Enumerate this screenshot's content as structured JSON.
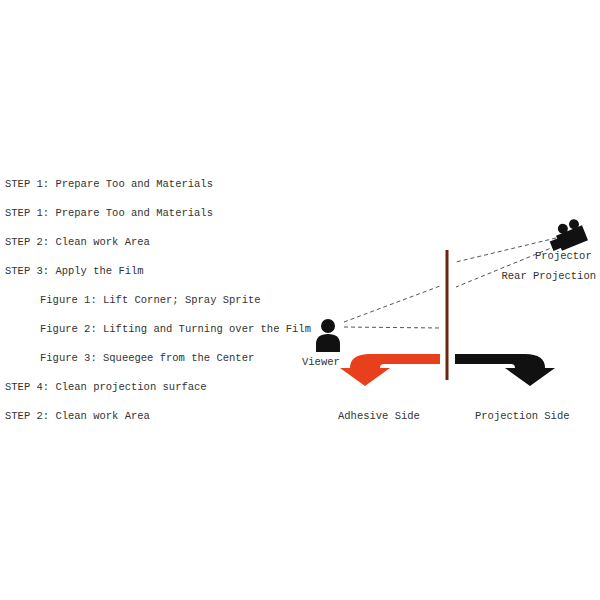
{
  "diagram": {
    "labels": [
      "STEP 1: Prepare Too and Materials",
      "STEP 1: Prepare Too and Materials",
      "STEP 2: Clean work Area",
      "STEP 3: Apply the Film",
      "Figure 1: Lift Corner; Spray Sprite",
      "Figure 2: Lifting and Turning over the Film",
      "Figure 3: Squeegee from the Center",
      "STEP 4: Clean projection surface",
      "STEP 2: Clean work Area",
      "Projector",
      "Rear Projection",
      "Viewer",
      "Adhesive Side",
      "Projection Side"
    ]
  }
}
